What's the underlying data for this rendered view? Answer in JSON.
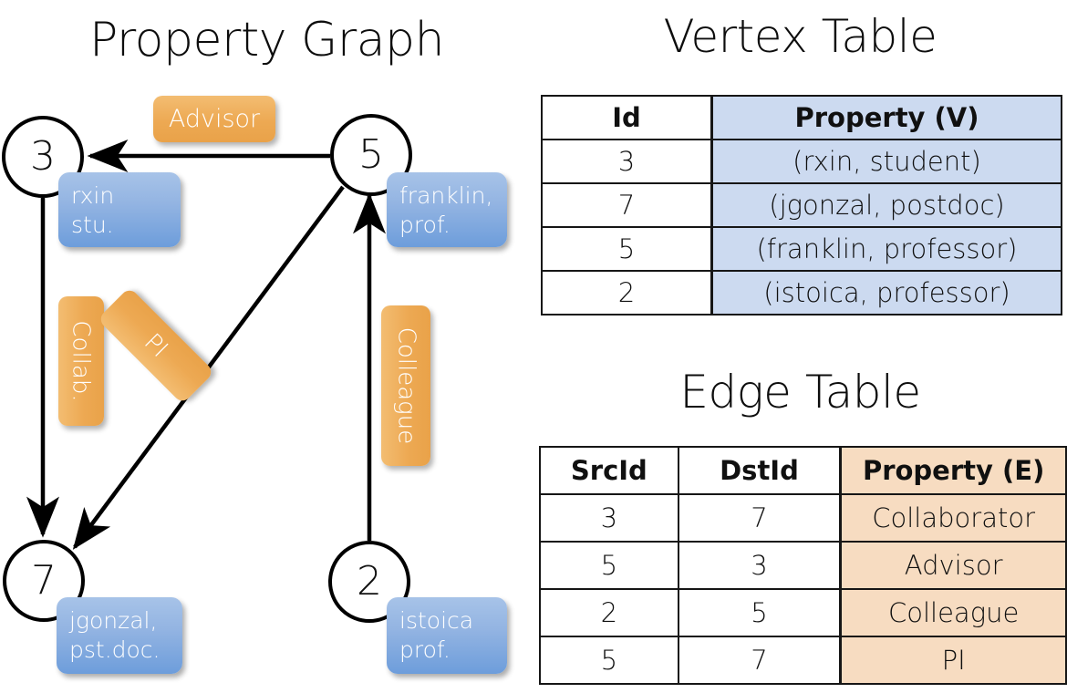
{
  "titles": {
    "property_graph": "Property Graph",
    "vertex_table": "Vertex Table",
    "edge_table": "Edge Table"
  },
  "graph": {
    "nodes": [
      {
        "id": "3",
        "label": "3",
        "property_lines": [
          "rxin",
          "stu."
        ]
      },
      {
        "id": "5",
        "label": "5",
        "property_lines": [
          "franklin,",
          "prof."
        ]
      },
      {
        "id": "7",
        "label": "7",
        "property_lines": [
          "jgonzal,",
          "pst.doc."
        ]
      },
      {
        "id": "2",
        "label": "2",
        "property_lines": [
          "istoica",
          "prof."
        ]
      }
    ],
    "edge_labels": {
      "advisor": "Advisor",
      "collab": "Collab.",
      "pi": "PI",
      "colleague": "Colleague"
    },
    "edges": [
      {
        "from": "5",
        "to": "3",
        "label": "Advisor"
      },
      {
        "from": "3",
        "to": "7",
        "label": "Collab."
      },
      {
        "from": "5",
        "to": "7",
        "label": "PI"
      },
      {
        "from": "2",
        "to": "5",
        "label": "Colleague"
      }
    ],
    "colors": {
      "vertex_fill": "#ffffff",
      "vertex_stroke": "#000000",
      "property_box": "#93b4e2",
      "edge_label_box": "#eda953",
      "edge_stroke": "#000000"
    }
  },
  "vertex_table": {
    "headers": [
      "Id",
      "Property (V)"
    ],
    "rows": [
      {
        "id": "3",
        "property": "(rxin, student)"
      },
      {
        "id": "7",
        "property": "(jgonzal, postdoc)"
      },
      {
        "id": "5",
        "property": "(franklin, professor)"
      },
      {
        "id": "2",
        "property": "(istoica, professor)"
      }
    ],
    "colors": {
      "property_cell": "#ccdaf0",
      "id_cell": "#ffffff"
    }
  },
  "edge_table": {
    "headers": [
      "SrcId",
      "DstId",
      "Property (E)"
    ],
    "rows": [
      {
        "src": "3",
        "dst": "7",
        "property": "Collaborator"
      },
      {
        "src": "5",
        "dst": "3",
        "property": "Advisor"
      },
      {
        "src": "2",
        "dst": "5",
        "property": "Colleague"
      },
      {
        "src": "5",
        "dst": "7",
        "property": "PI"
      }
    ],
    "colors": {
      "property_cell": "#f7dcc1",
      "id_cell": "#ffffff"
    }
  }
}
